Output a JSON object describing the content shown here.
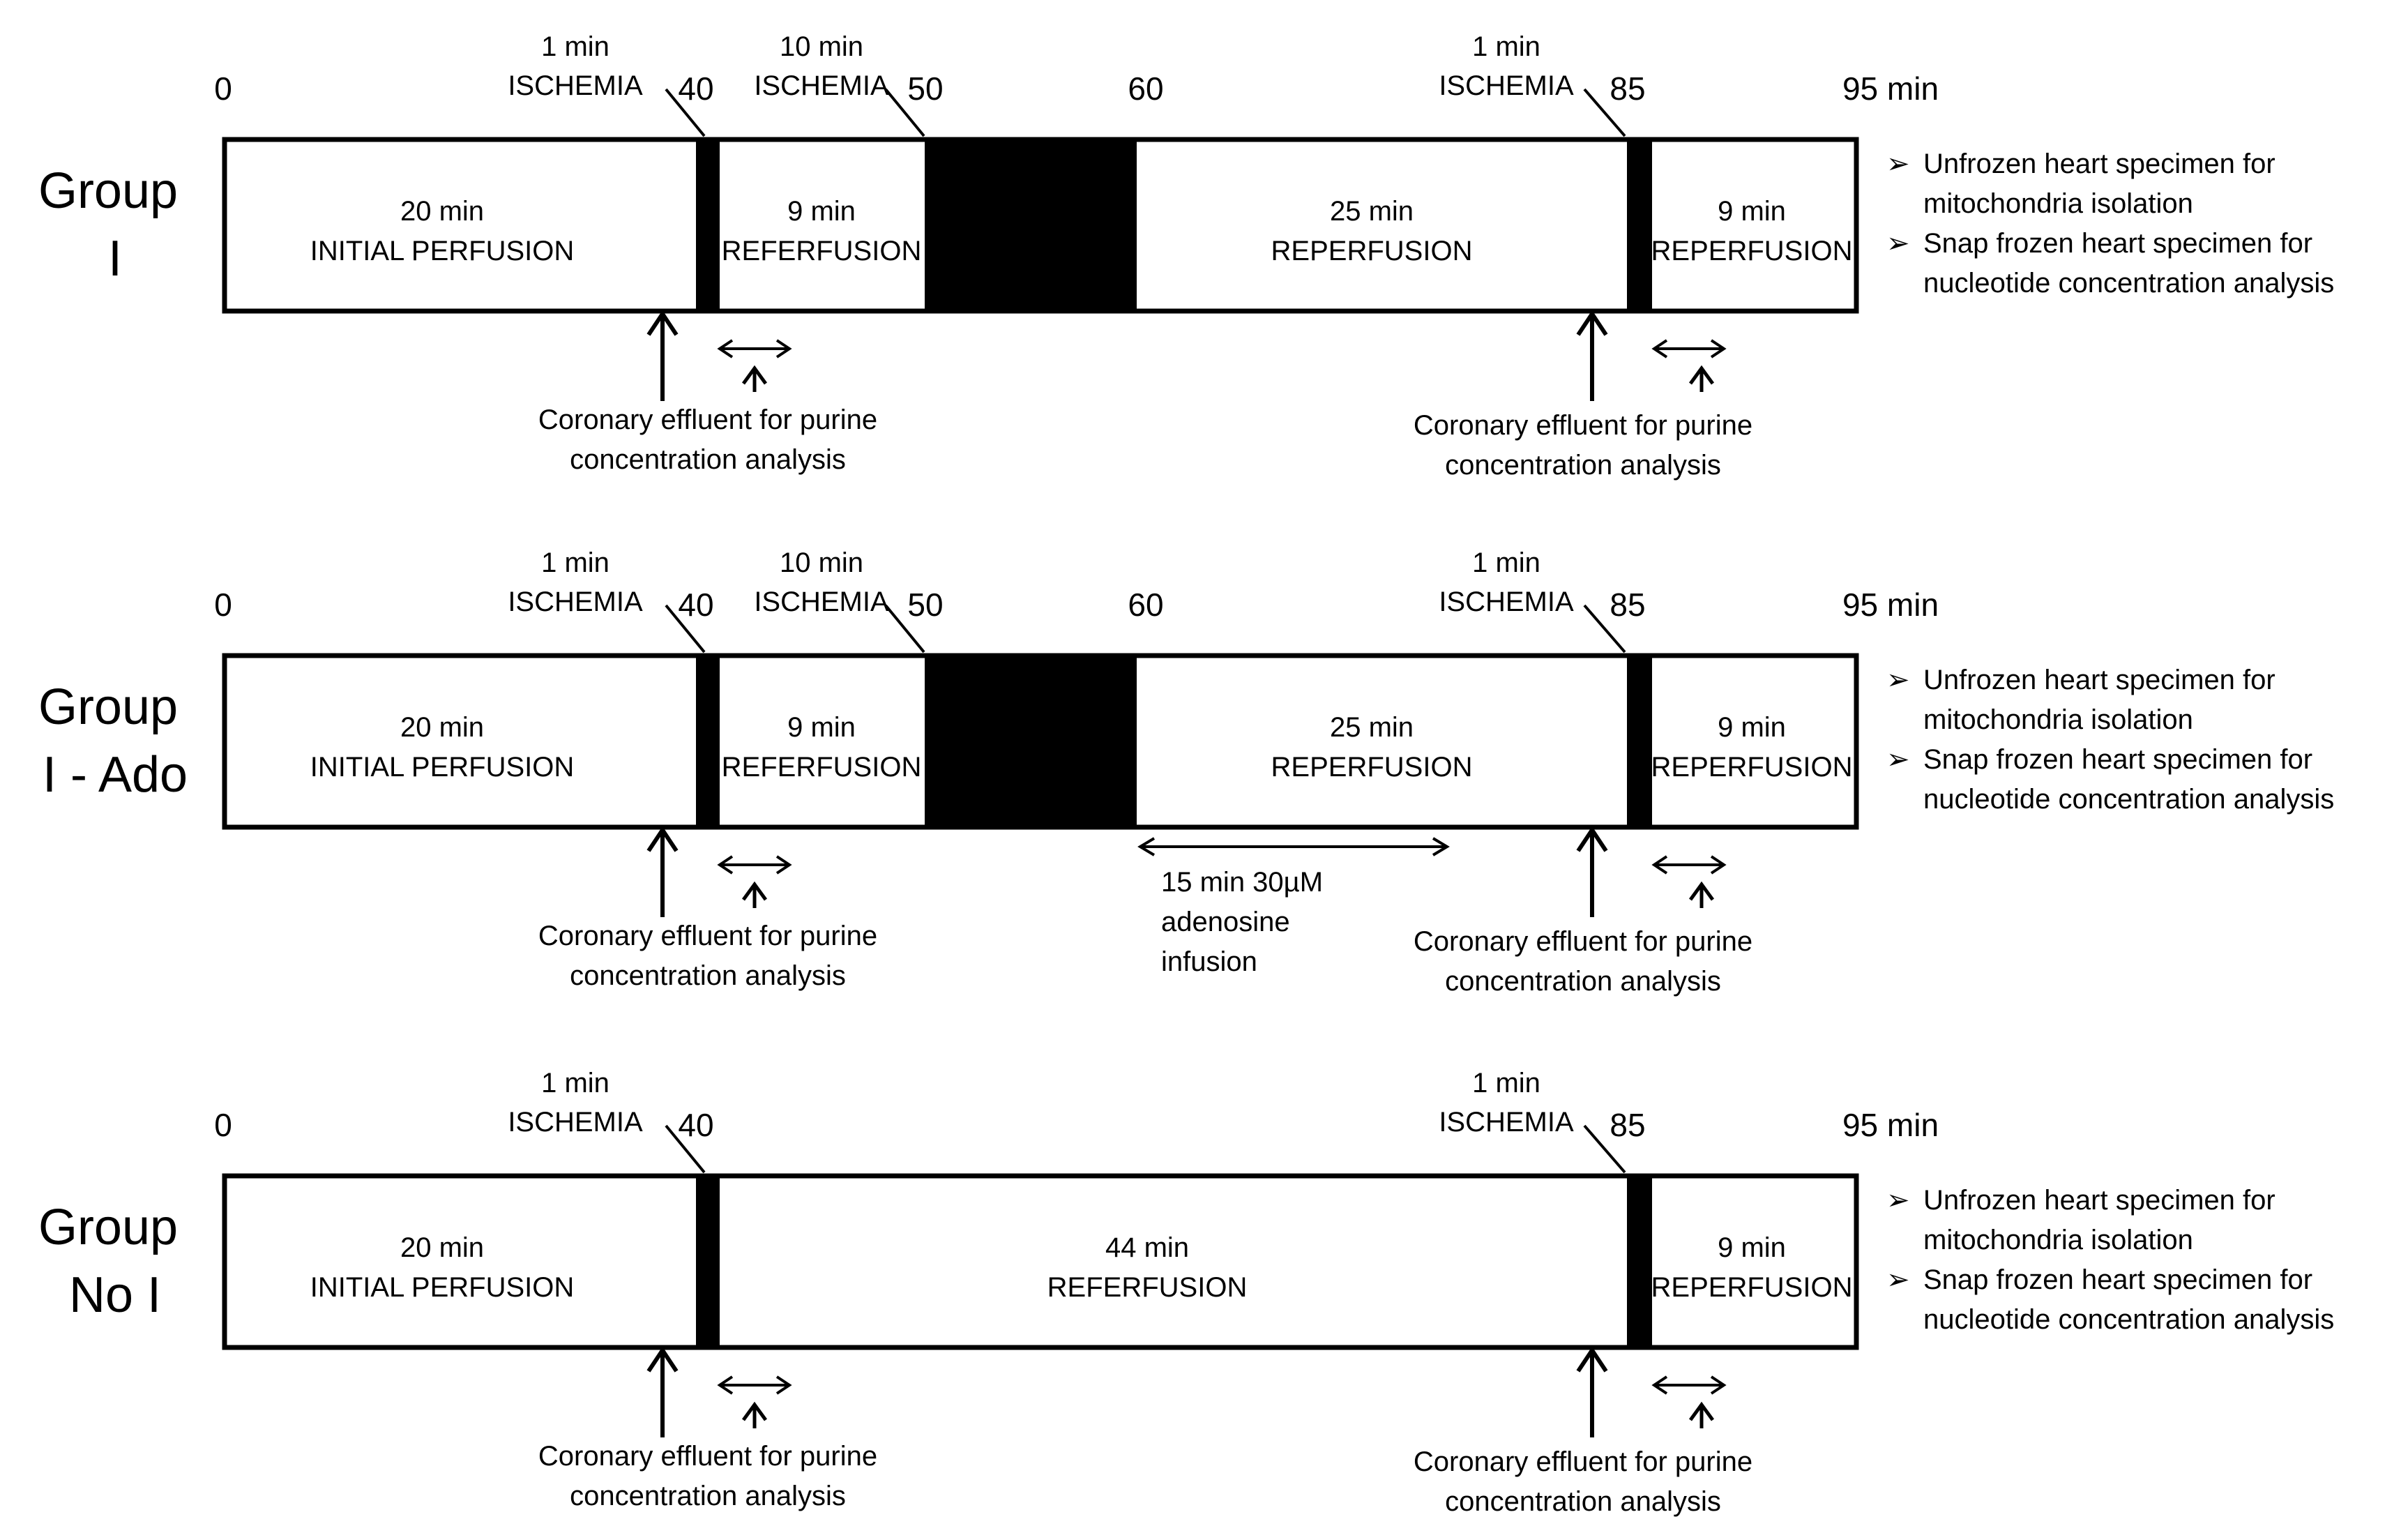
{
  "timeline_unit": "min",
  "groups": [
    {
      "name": "Group I",
      "name_lines": [
        "Group",
        "I"
      ],
      "ticks": [
        "0",
        "40",
        "50",
        "60",
        "85",
        "95 min"
      ],
      "tick_values": [
        0,
        40,
        50,
        60,
        85,
        95
      ],
      "ischemia_labels": [
        {
          "duration": "1 min",
          "label": "ISCHEMIA"
        },
        {
          "duration": "10 min",
          "label": "ISCHEMIA"
        },
        {
          "duration": "1 min",
          "label": "ISCHEMIA"
        }
      ],
      "phases": [
        {
          "duration": "20 min",
          "label": "INITIAL PERFUSION"
        },
        {
          "duration": "9 min",
          "label": "REFERFUSION"
        },
        {
          "duration": "25 min",
          "label": "REPERFUSION"
        },
        {
          "duration": "9 min",
          "label": "REPERFUSION"
        }
      ],
      "effluent_labels": [
        {
          "line1": "Coronary effluent for purine",
          "line2": "concentration analysis"
        },
        {
          "line1": "Coronary effluent for purine",
          "line2": "concentration analysis"
        }
      ],
      "bullets": [
        {
          "line1": "Unfrozen heart specimen for",
          "line2": "mitochondria  isolation"
        },
        {
          "line1": "Snap frozen heart specimen for",
          "line2": "nucleotide concentration analysis"
        }
      ]
    },
    {
      "name": "Group I - Ado",
      "name_lines": [
        "Group",
        "I - Ado"
      ],
      "ticks": [
        "0",
        "40",
        "50",
        "60",
        "85",
        "95 min"
      ],
      "tick_values": [
        0,
        40,
        50,
        60,
        85,
        95
      ],
      "ischemia_labels": [
        {
          "duration": "1 min",
          "label": "ISCHEMIA"
        },
        {
          "duration": "10 min",
          "label": "ISCHEMIA"
        },
        {
          "duration": "1 min",
          "label": "ISCHEMIA"
        }
      ],
      "phases": [
        {
          "duration": "20 min",
          "label": "INITIAL PERFUSION"
        },
        {
          "duration": "9 min",
          "label": "REFERFUSION"
        },
        {
          "duration": "25 min",
          "label": "REPERFUSION"
        },
        {
          "duration": "9 min",
          "label": "REPERFUSION"
        }
      ],
      "infusion": {
        "line1": "15 min 30µM",
        "line2": "adenosine",
        "line3": "infusion"
      },
      "effluent_labels": [
        {
          "line1": "Coronary effluent for purine",
          "line2": "concentration analysis"
        },
        {
          "line1": "Coronary effluent for purine",
          "line2": "concentration analysis"
        }
      ],
      "bullets": [
        {
          "line1": "Unfrozen heart specimen for",
          "line2": "mitochondria  isolation"
        },
        {
          "line1": "Snap frozen heart specimen for",
          "line2": "nucleotide concentration analysis"
        }
      ]
    },
    {
      "name": "Group No I",
      "name_lines": [
        "Group",
        "No  I"
      ],
      "ticks": [
        "0",
        "40",
        "85",
        "95 min"
      ],
      "tick_values": [
        0,
        40,
        85,
        95
      ],
      "ischemia_labels": [
        {
          "duration": "1 min",
          "label": "ISCHEMIA"
        },
        {
          "duration": "1 min",
          "label": "ISCHEMIA"
        }
      ],
      "phases": [
        {
          "duration": "20 min",
          "label": "INITIAL PERFUSION"
        },
        {
          "duration": "44 min",
          "label": "REFERFUSION"
        },
        {
          "duration": "9 min",
          "label": "REPERFUSION"
        }
      ],
      "effluent_labels": [
        {
          "line1": "Coronary effluent for purine",
          "line2": "concentration analysis"
        },
        {
          "line1": "Coronary effluent for purine",
          "line2": "concentration analysis"
        }
      ],
      "bullets": [
        {
          "line1": "Unfrozen heart specimen for",
          "line2": "mitochondria  isolation"
        },
        {
          "line1": "Snap frozen heart specimen for",
          "line2": "nucleotide concentration analysis"
        }
      ]
    }
  ]
}
